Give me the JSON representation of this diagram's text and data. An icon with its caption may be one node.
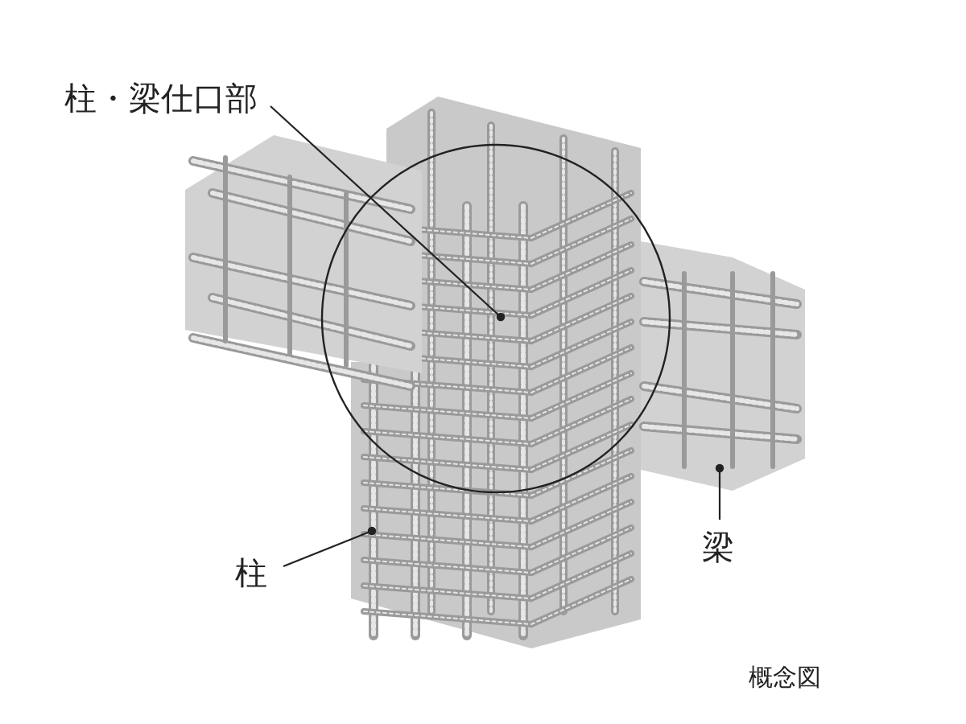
{
  "diagram": {
    "caption": "概念図",
    "nodes": [
      {
        "text": [
          "柱・梁仕口部"
        ]
      },
      {
        "text": [],
        "shape": "circle"
      },
      {
        "text": [
          "柱"
        ]
      },
      {
        "text": [],
        "shape": "picture"
      },
      {
        "text": [
          "梁"
        ]
      },
      {
        "text": [],
        "shape": "picture"
      },
      {
        "text": [],
        "shape": "picture"
      }
    ],
    "edges": [
      {
        "from": 0,
        "to": 1,
        "arrow": "other"
      },
      {
        "from": 2,
        "to": 3,
        "arrow": "other"
      },
      {
        "from": 4,
        "to": 6,
        "arrow": "other"
      }
    ]
  }
}
